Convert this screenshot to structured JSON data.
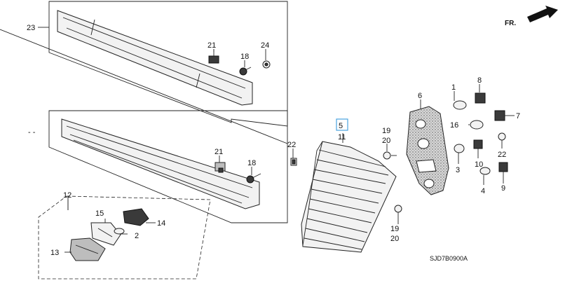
{
  "labels": {
    "p1": "1",
    "p2": "2",
    "p3": "3",
    "p4": "4",
    "p5": "5",
    "p6": "6",
    "p7": "7",
    "p8": "8",
    "p9": "9",
    "p10": "10",
    "p11": "11",
    "p12": "12",
    "p13": "13",
    "p14": "14",
    "p15": "15",
    "p16": "16",
    "p18a": "18",
    "p18b": "18",
    "p19a": "19",
    "p19b": "19",
    "p20a": "20",
    "p20b": "20",
    "p21a": "21",
    "p21b": "21",
    "p22a": "22",
    "p22b": "22",
    "p23": "23",
    "p24": "24",
    "dots": "- -"
  },
  "direction": "FR.",
  "diagram_code": "SJD7B0900A",
  "highlight_color": "#4aa3df"
}
